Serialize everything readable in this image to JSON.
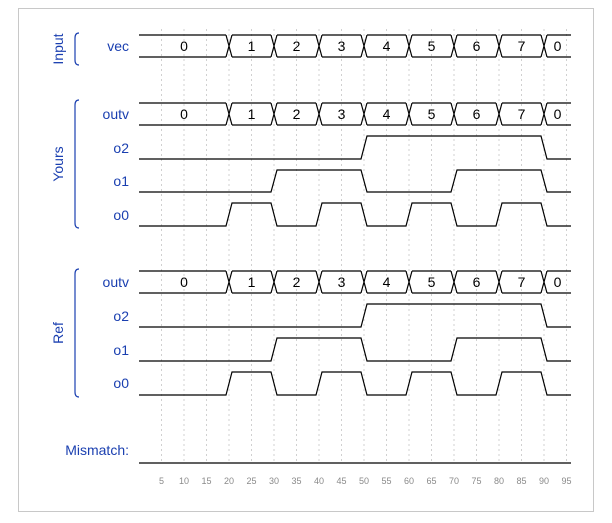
{
  "groups": [
    {
      "label": "Input"
    },
    {
      "label": "Yours"
    },
    {
      "label": "Ref"
    }
  ],
  "signals": {
    "vec": "vec",
    "outv": "outv",
    "o2": "o2",
    "o1": "o1",
    "o0": "o0",
    "mismatch": "Mismatch:"
  },
  "bus_values": [
    "0",
    "1",
    "2",
    "3",
    "4",
    "5",
    "6",
    "7",
    "0"
  ],
  "bus_transitions": [
    20,
    30,
    40,
    50,
    60,
    70,
    80,
    90
  ],
  "o2_transitions": [
    50,
    90
  ],
  "o2_initial": 0,
  "o1_transitions": [
    30,
    50,
    70,
    90
  ],
  "o1_initial": 0,
  "o0_transitions": [
    20,
    30,
    40,
    50,
    60,
    70,
    80,
    90
  ],
  "o0_initial": 0,
  "time_ticks": [
    5,
    10,
    15,
    20,
    25,
    30,
    35,
    40,
    45,
    50,
    55,
    60,
    65,
    70,
    75,
    80,
    85,
    90,
    95
  ],
  "colors": {
    "label": "#1a3fb0",
    "wave": "#000000",
    "grid": "#d0d0d0",
    "tick": "#8a8a8a"
  }
}
